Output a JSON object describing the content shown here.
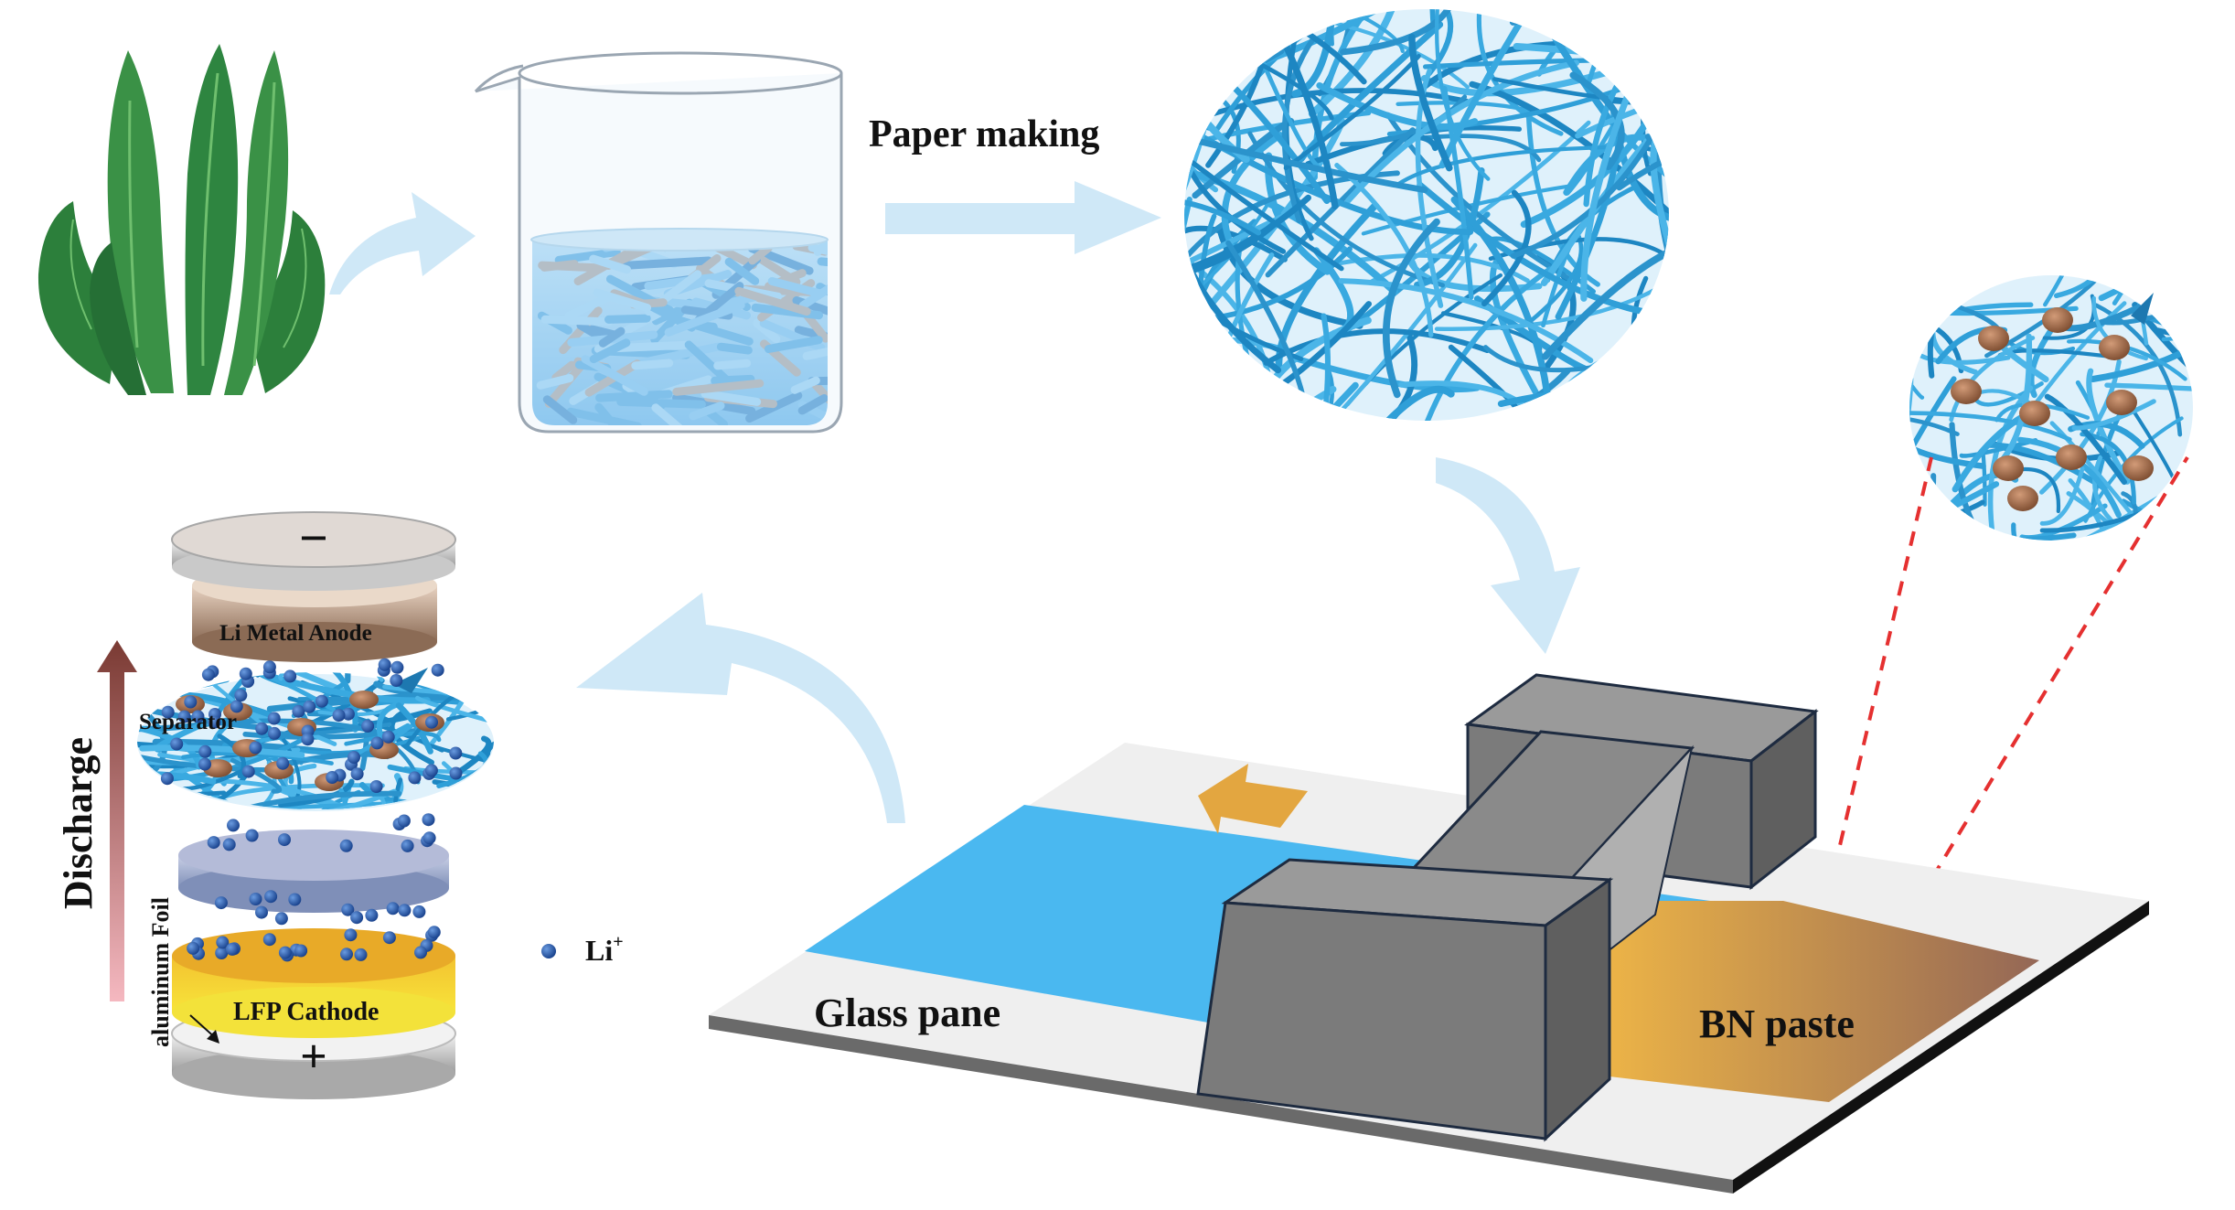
{
  "labels": {
    "paper_making": "Paper making",
    "li_metal_anode": "Li Metal Anode",
    "separator": "Separator",
    "discharge": "Discharge",
    "aluminum_foil": "aluminum  Foil",
    "lfp_cathode": "LFP Cathode",
    "li_ion": "Li",
    "li_ion_charge": "+",
    "glass_pane": "Glass pane",
    "bn_paste": "BN paste",
    "minus_sign": "−",
    "plus_sign": "+"
  },
  "colors": {
    "flow_arrow": "#cfe8f7",
    "fiber": "#2f9fd8",
    "fiber_dark": "#1d78b0",
    "particle": "#a86a45",
    "li_ion": "#1f4fa8",
    "glass_blue": "#4ab8f0",
    "paste_start": "#f5b63c",
    "paste_end": "#9a6a58",
    "blade_grey": "#7b7b7b",
    "discharge_arrow_top": "#7a3a33",
    "discharge_arrow_bottom": "#f5b8c0",
    "dashed_red": "#e53030",
    "leaf_dark": "#1f6b30",
    "leaf_light": "#3f9a4d"
  },
  "icons": {
    "seaweed": "seaweed-plant-icon",
    "beaker": "beaker-icon",
    "fiber_disc": "fiber-paper-disc-icon",
    "blade_coater": "doctor-blade-coater-icon"
  }
}
